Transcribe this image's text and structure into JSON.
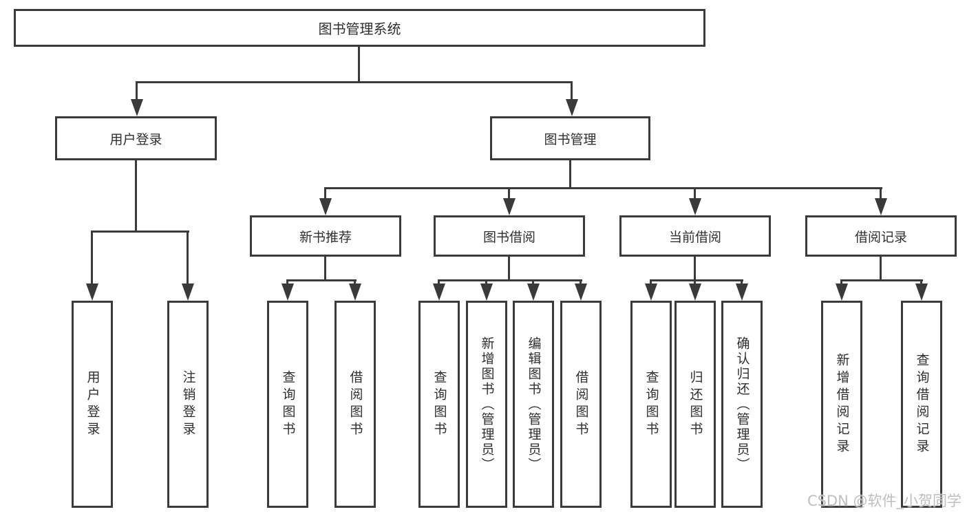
{
  "diagram": {
    "title": "图书管理系统",
    "root": {
      "label": "图书管理系统"
    },
    "level2": [
      {
        "label": "用户登录"
      },
      {
        "label": "图书管理"
      }
    ],
    "level3": [
      {
        "label": "新书推荐"
      },
      {
        "label": "图书借阅"
      },
      {
        "label": "当前借阅"
      },
      {
        "label": "借阅记录"
      }
    ],
    "leaves": {
      "user": [
        {
          "label": "用户登录"
        },
        {
          "label": "注销登录"
        }
      ],
      "newbook": [
        {
          "label": "查询图书"
        },
        {
          "label": "借阅图书"
        }
      ],
      "borrow": [
        {
          "label": "查询图书"
        },
        {
          "label": "新增图书（管理员）"
        },
        {
          "label": "编辑图书（管理员）"
        },
        {
          "label": "借阅图书"
        }
      ],
      "current": [
        {
          "label": "查询图书"
        },
        {
          "label": "归还图书"
        },
        {
          "label": "确认归还（管理员）"
        }
      ],
      "records": [
        {
          "label": "新增借阅记录"
        },
        {
          "label": "查询借阅记录"
        }
      ]
    },
    "colors": {
      "line": "#3a3a3a",
      "text": "#2f2f2f",
      "background": "#ffffff",
      "watermark": "#bababa"
    }
  },
  "watermark": {
    "text": "CSDN @软件_小贺同学"
  }
}
